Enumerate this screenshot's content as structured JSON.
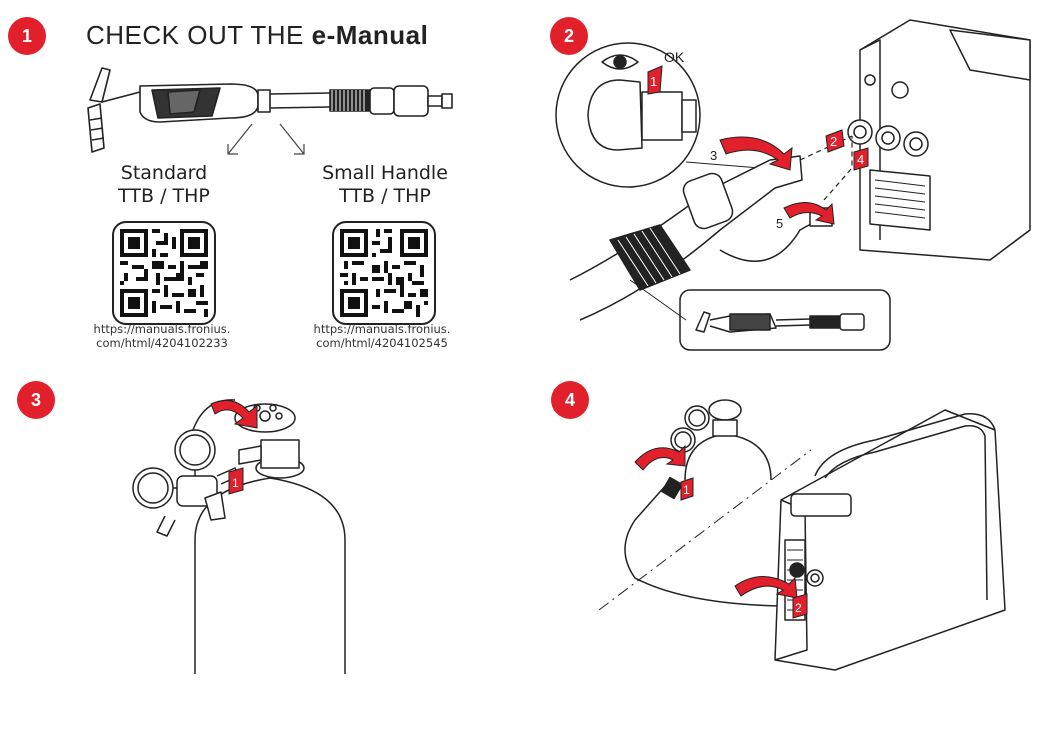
{
  "steps": [
    {
      "number": "1"
    },
    {
      "number": "2"
    },
    {
      "number": "3"
    },
    {
      "number": "4"
    }
  ],
  "section1": {
    "title_prefix": "CHECK OUT THE ",
    "title_bold": "e-Manual",
    "variants": [
      {
        "line1": "Standard",
        "line2": "TTB / THP",
        "url_line1": "https://manuals.fronius.",
        "url_line2": "com/html/4204102233"
      },
      {
        "line1": "Small Handle",
        "line2": "TTB / THP",
        "url_line1": "https://manuals.fronius.",
        "url_line2": "com/html/4204102545"
      }
    ]
  },
  "section2": {
    "ok_label": "OK",
    "callouts": [
      "1",
      "2",
      "3",
      "4",
      "5"
    ]
  },
  "section3": {
    "callouts": [
      "1"
    ]
  },
  "section4": {
    "callouts": [
      "1",
      "2"
    ]
  },
  "colors": {
    "accent_red": "#e2202c",
    "line_art": "#222222"
  }
}
